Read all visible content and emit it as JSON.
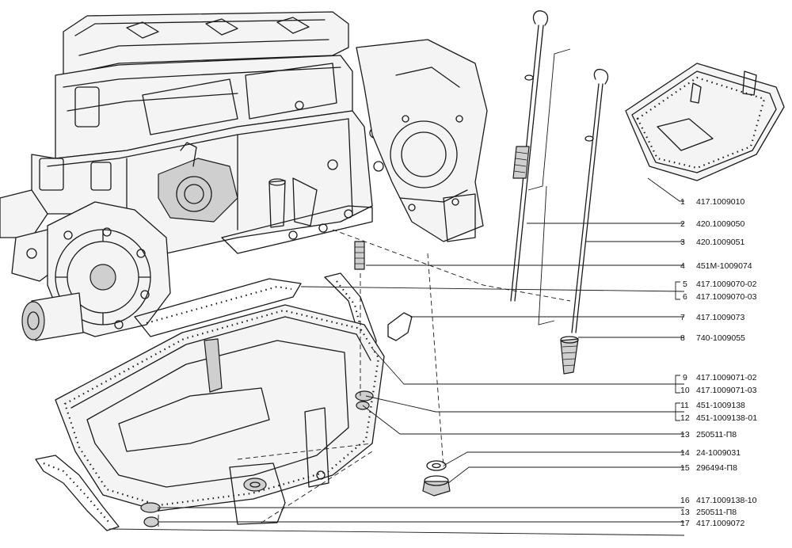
{
  "callouts": [
    {
      "num": "1",
      "part": "417.1009010"
    },
    {
      "num": "2",
      "part": "420.1009050"
    },
    {
      "num": "3",
      "part": "420.1009051"
    },
    {
      "num": "4",
      "part": "451М-1009074"
    },
    {
      "num": "5",
      "part": "417.1009070-02"
    },
    {
      "num": "6",
      "part": "417.1009070-03"
    },
    {
      "num": "7",
      "part": "417.1009073"
    },
    {
      "num": "8",
      "part": "740-1009055"
    },
    {
      "num": "9",
      "part": "417.1009071-02"
    },
    {
      "num": "10",
      "part": "417.1009071-03"
    },
    {
      "num": "11",
      "part": "451-1009138"
    },
    {
      "num": "12",
      "part": "451-1009138-01"
    },
    {
      "num": "13",
      "part": "250511-П8"
    },
    {
      "num": "14",
      "part": "24-1009031"
    },
    {
      "num": "15",
      "part": "296494-П8"
    },
    {
      "num": "16",
      "part": "417.1009138-10"
    },
    {
      "num": "13",
      "part": "250511-П8"
    },
    {
      "num": "17",
      "part": "417.1009072"
    }
  ]
}
